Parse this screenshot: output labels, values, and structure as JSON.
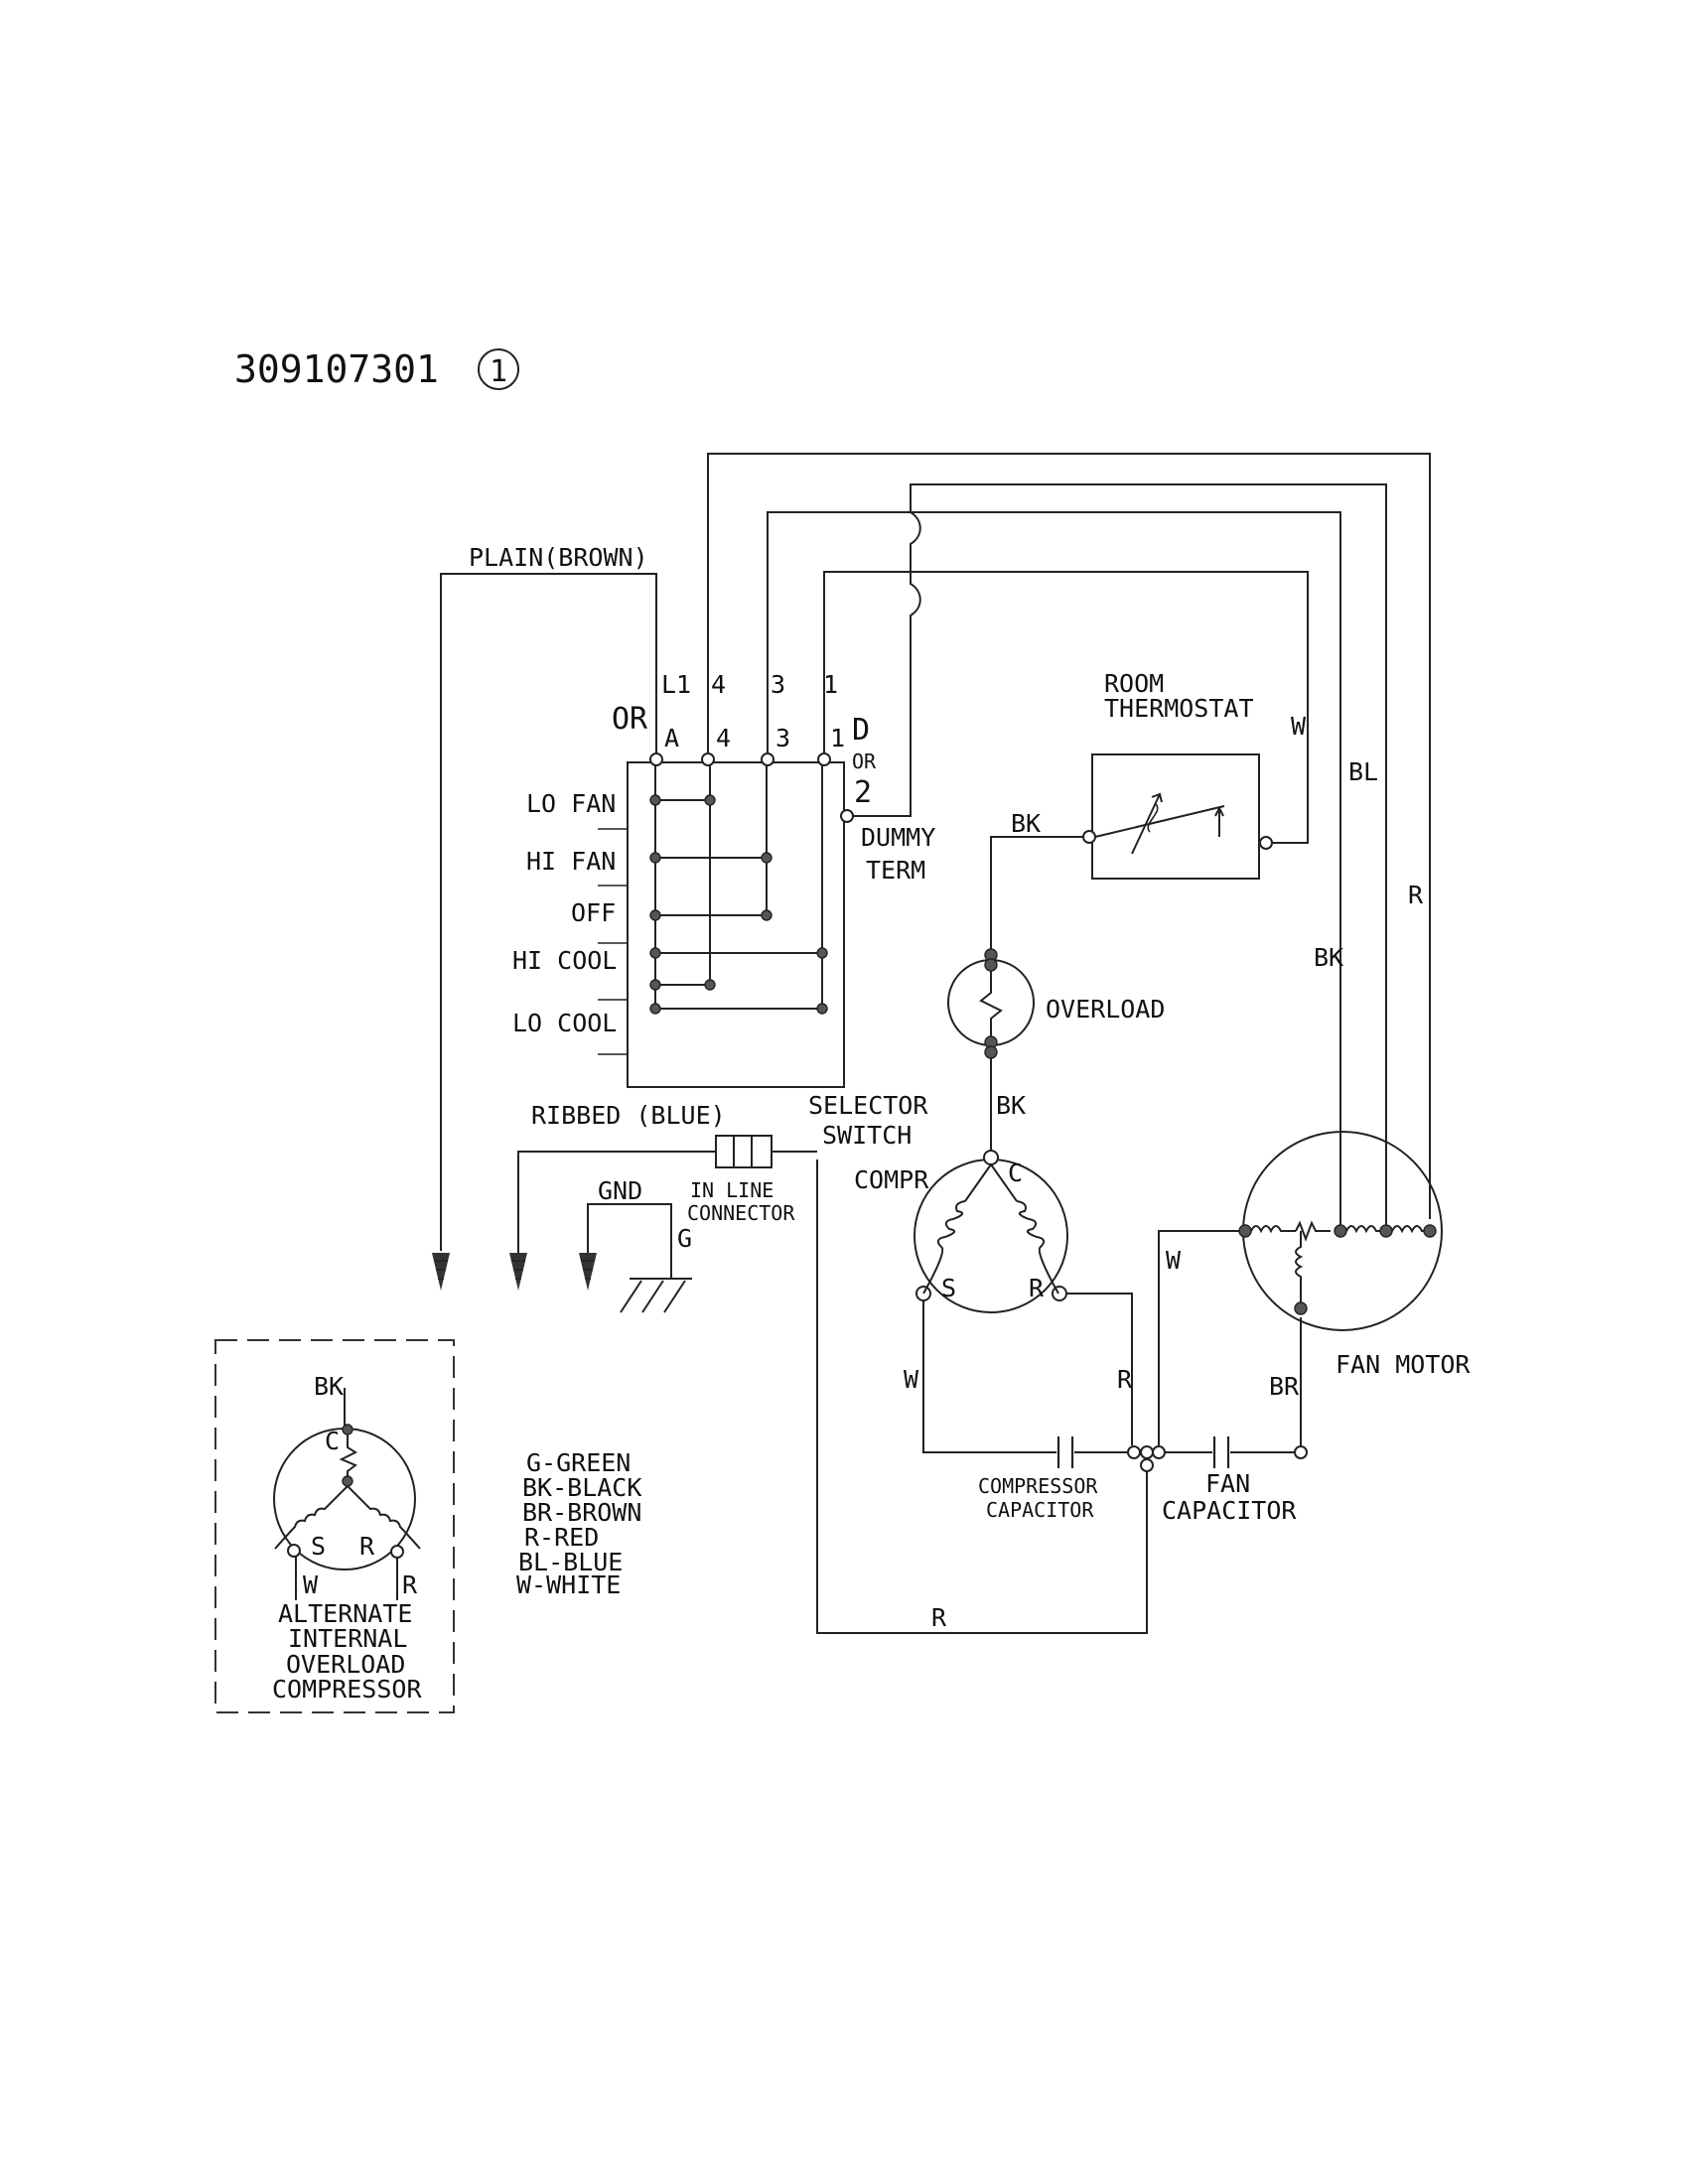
{
  "header": {
    "part_number": "309107301",
    "revision": "1"
  },
  "switch": {
    "positions": [
      "LO FAN",
      "HI FAN",
      "OFF",
      "HI COOL",
      "LO COOL"
    ],
    "title": [
      "SELECTOR",
      "SWITCH"
    ],
    "terminal_or": "OR",
    "terminals": [
      "A",
      "4",
      "3",
      "1"
    ],
    "top_numbers": [
      "L1",
      "4",
      "3",
      "1"
    ],
    "term_d": "D",
    "term_d_or": "OR",
    "term_d_two": "2",
    "dummy": [
      "DUMMY",
      "TERM"
    ]
  },
  "wires": {
    "plain": "PLAIN(BROWN)",
    "ribbed": "RIBBED (BLUE)",
    "gnd": "GND",
    "g": "G",
    "inline": [
      "IN LINE",
      "CONNECTOR"
    ],
    "w_top": "W",
    "bl": "BL",
    "r_right": "R",
    "bk_right": "BK",
    "bk_thermo": "BK",
    "bk_overload": "BK",
    "w_compr": "W",
    "r_compr": "R",
    "w_fan": "W",
    "br_fan": "BR",
    "r_bottom": "R"
  },
  "thermostat": [
    "ROOM",
    "THERMOSTAT"
  ],
  "overload": "OVERLOAD",
  "compressor": {
    "label": "COMPR",
    "c": "C",
    "s": "S",
    "r": "R"
  },
  "fan_motor": "FAN MOTOR",
  "capacitors": {
    "compressor": [
      "COMPRESSOR",
      "CAPACITOR"
    ],
    "fan": [
      "FAN",
      "CAPACITOR"
    ]
  },
  "legend": [
    "G-GREEN",
    "BK-BLACK",
    "BR-BROWN",
    "R-RED",
    "BL-BLUE",
    "W-WHITE"
  ],
  "alternate": {
    "bk": "BK",
    "c": "C",
    "s": "S",
    "r": "R",
    "w_lead": "W",
    "r_lead": "R",
    "caption": [
      "ALTERNATE",
      "INTERNAL",
      "OVERLOAD",
      "COMPRESSOR"
    ]
  }
}
